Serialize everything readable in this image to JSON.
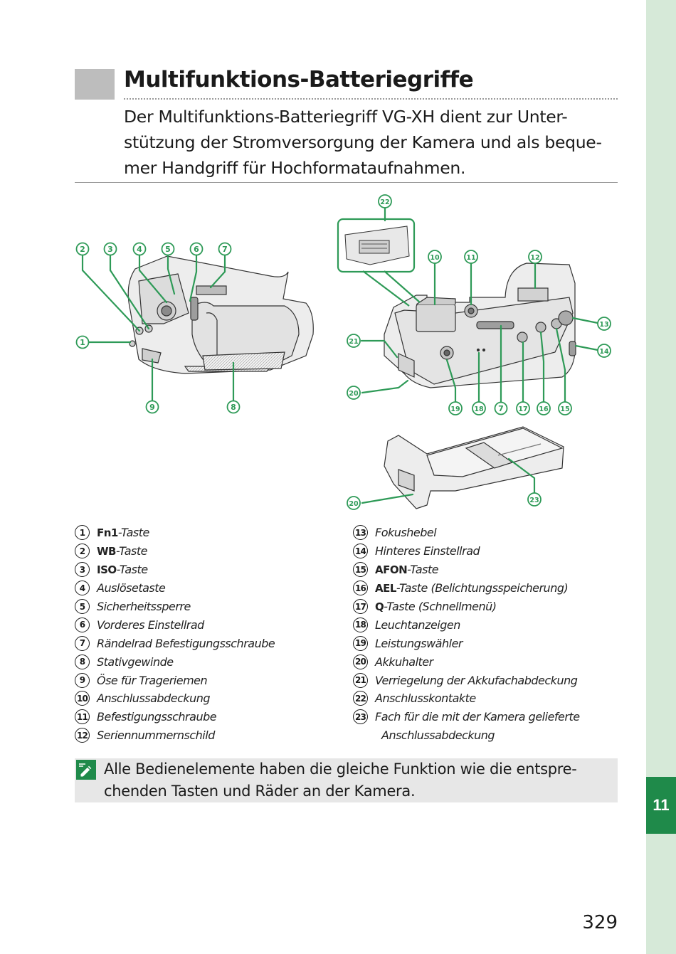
{
  "chapter_tab": "11",
  "page_number": "329",
  "title": "Multifunktions-Batteriegriffe",
  "intro_lines": [
    "Der Multifunktions-Batteriegriff VG-XH dient zur Unter-",
    "stützung der Stromversorgung der Kamera und als beque-",
    "mer Handgriff für Hochformataufnahmen."
  ],
  "callouts": [
    "1",
    "2",
    "3",
    "4",
    "5",
    "6",
    "7",
    "8",
    "9",
    "10",
    "11",
    "12",
    "13",
    "14",
    "15",
    "16",
    "17",
    "18",
    "19",
    "20",
    "21",
    "22",
    "23"
  ],
  "legend_left": [
    {
      "num": "1",
      "key": "Fn1",
      "text": "-Taste"
    },
    {
      "num": "2",
      "key": "WB",
      "text": "-Taste"
    },
    {
      "num": "3",
      "key": "ISO",
      "text": "-Taste"
    },
    {
      "num": "4",
      "key": "",
      "text": "Auslösetaste"
    },
    {
      "num": "5",
      "key": "",
      "text": "Sicherheitssperre"
    },
    {
      "num": "6",
      "key": "",
      "text": "Vorderes Einstellrad"
    },
    {
      "num": "7",
      "key": "",
      "text": "Rändelrad Befestigungsschraube"
    },
    {
      "num": "8",
      "key": "",
      "text": "Stativgewinde"
    },
    {
      "num": "9",
      "key": "",
      "text": "Öse für Trageriemen"
    },
    {
      "num": "10",
      "key": "",
      "text": "Anschlussabdeckung"
    },
    {
      "num": "11",
      "key": "",
      "text": "Befestigungsschraube"
    },
    {
      "num": "12",
      "key": "",
      "text": "Seriennummernschild"
    }
  ],
  "legend_right": [
    {
      "num": "13",
      "key": "",
      "text": "Fokushebel"
    },
    {
      "num": "14",
      "key": "",
      "text": "Hinteres Einstellrad"
    },
    {
      "num": "15",
      "key": "AFON",
      "text": "-Taste"
    },
    {
      "num": "16",
      "key": "AEL",
      "text": "-Taste (Belichtungsspeicherung)"
    },
    {
      "num": "17",
      "key": "Q",
      "text": "-Taste (Schnellmenü)"
    },
    {
      "num": "18",
      "key": "",
      "text": "Leuchtanzeigen"
    },
    {
      "num": "19",
      "key": "",
      "text": "Leistungswähler"
    },
    {
      "num": "20",
      "key": "",
      "text": "Akkuhalter"
    },
    {
      "num": "21",
      "key": "",
      "text": "Verriegelung der Akkufachabdeckung"
    },
    {
      "num": "22",
      "key": "",
      "text": "Anschlusskontakte"
    },
    {
      "num": "23",
      "key": "",
      "text": "Fach für die mit der Kamera gelieferte"
    }
  ],
  "legend_right_continuation": "Anschlussabdeckung",
  "note_lines": [
    "Alle Bedienelemente haben die gleiche Funktion wie die entspre-",
    "chenden Tasten und Räder an der Kamera."
  ],
  "colors": {
    "accent": "#1f8a4a",
    "side_bar": "#d6e9d8",
    "heading_square": "#bdbdbd",
    "note_background": "#e7e7e7"
  },
  "icons": {
    "note": "note-pencil-icon"
  }
}
